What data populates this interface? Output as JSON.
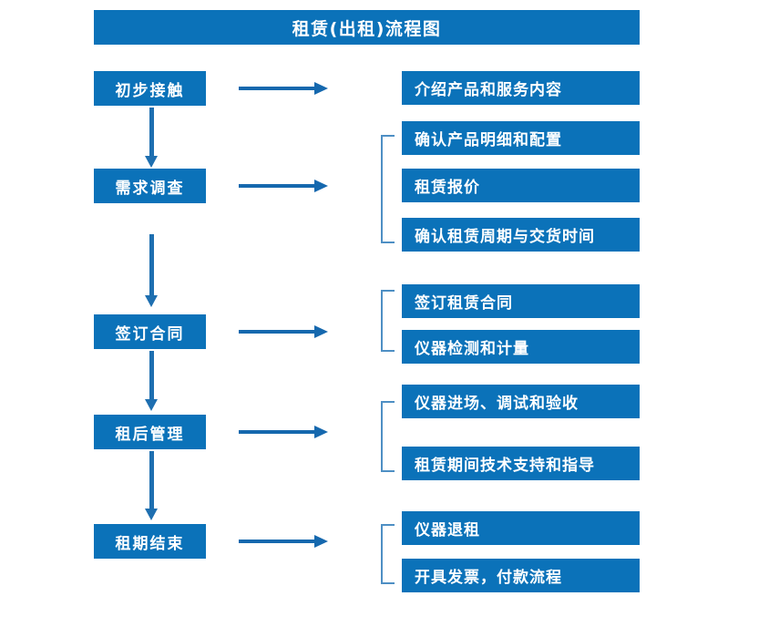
{
  "diagram": {
    "title": "租赁(出租)流程图",
    "accent_color": "#0B72B9",
    "arrow_color": "#1568AE",
    "bracket_color": "#4E8FC4",
    "stages": [
      {
        "label": "初步接触",
        "details": [
          "介绍产品和服务内容"
        ]
      },
      {
        "label": "需求调查",
        "details": [
          "确认产品明细和配置",
          "租赁报价",
          "确认租赁周期与交货时间"
        ]
      },
      {
        "label": "签订合同",
        "details": [
          "签订租赁合同",
          "仪器检测和计量"
        ]
      },
      {
        "label": "租后管理",
        "details": [
          "仪器进场、调试和验收",
          "租赁期间技术支持和指导"
        ]
      },
      {
        "label": "租期结束",
        "details": [
          "仪器退租",
          "开具发票，付款流程"
        ]
      }
    ]
  }
}
